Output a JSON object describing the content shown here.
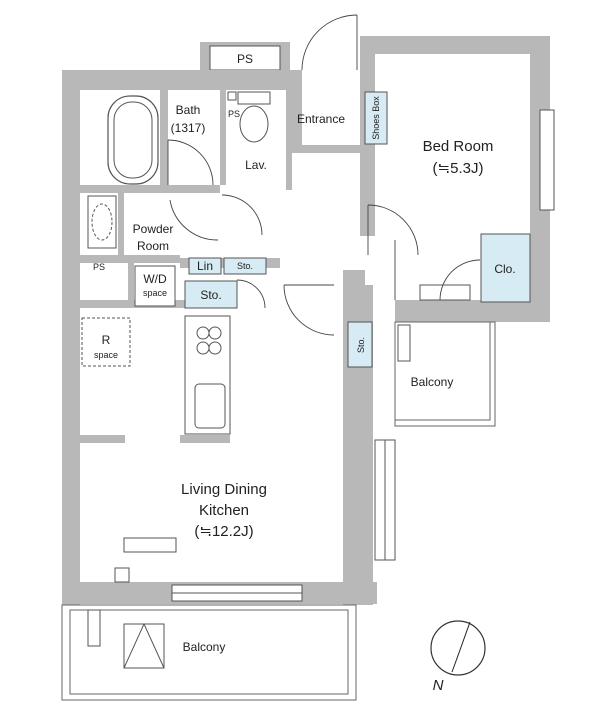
{
  "rooms": {
    "ps_top": "PS",
    "bath": "Bath",
    "bath_size": "(1317)",
    "ps_small": "PS",
    "lav": "Lav.",
    "entrance": "Entrance",
    "shoes_box": "Shoes Box",
    "bedroom": "Bed Room",
    "bedroom_size": "(≒5.3J)",
    "clo": "Clo.",
    "powder_room_1": "Powder",
    "powder_room_2": "Room",
    "ps_left": "PS",
    "lin": "Lin",
    "sto_small": "Sto.",
    "wd": "W/D",
    "wd_space": "space",
    "sto_mid": "Sto.",
    "sto_right": "Sto.",
    "r_label": "R",
    "r_space": "space",
    "balcony_right": "Balcony",
    "ldk_1": "Living Dining",
    "ldk_2": "Kitchen",
    "ldk_size": "(≒12.2J)",
    "balcony_bottom": "Balcony"
  },
  "compass": {
    "label": "N"
  },
  "colors": {
    "wall": "#b8b8b8",
    "storage": "#d7ebf4",
    "line": "#555555"
  }
}
